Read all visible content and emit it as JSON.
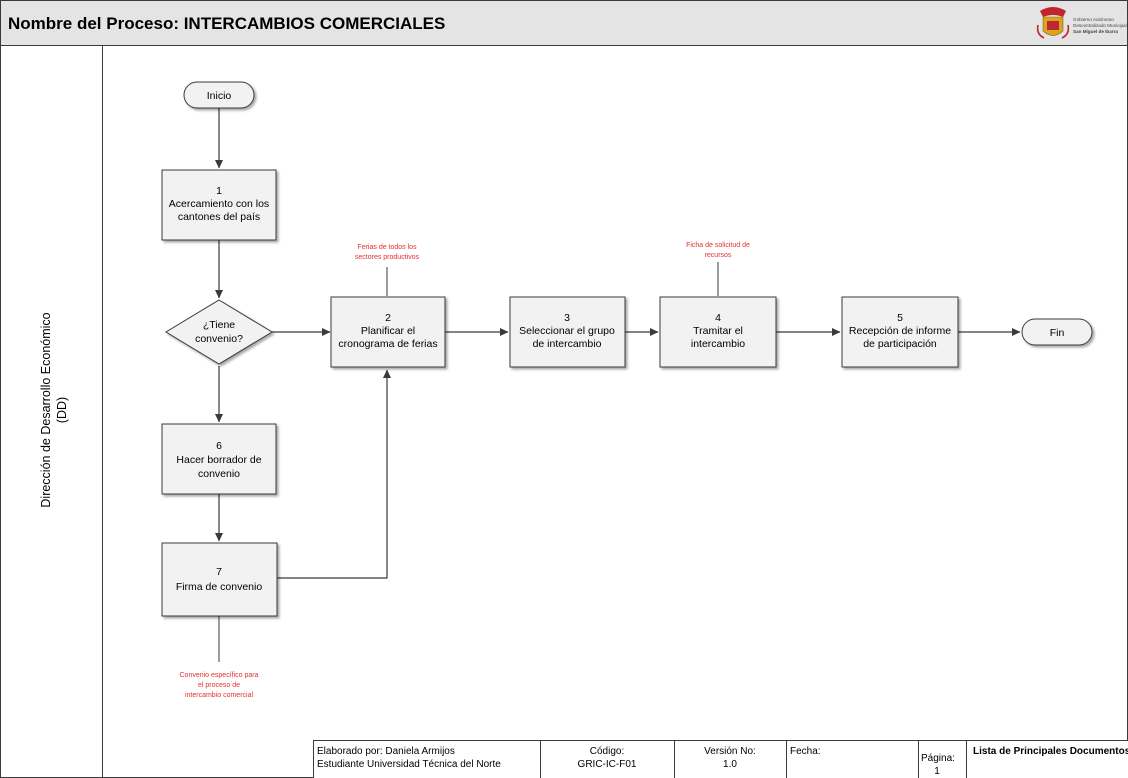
{
  "header": {
    "title": "Nombre del Proceso: INTERCAMBIOS COMERCIALES",
    "logo": {
      "line1": "Gobierno Autónomo",
      "line2": "Descentralizado Municipal",
      "line3": "San Miguel de Ibarra"
    }
  },
  "lane": {
    "line1": "Dirección de Desarrollo Económico",
    "line2": "(DD)"
  },
  "nodes": {
    "inicio": "Inicio",
    "fin": "Fin",
    "n1": {
      "num": "1",
      "l1": "Acercamiento con los",
      "l2": "cantones del país"
    },
    "decision": {
      "l1": "¿Tiene",
      "l2": "convenio?"
    },
    "n2": {
      "num": "2",
      "l1": "Planificar el",
      "l2": "cronograma de ferias"
    },
    "n3": {
      "num": "3",
      "l1": "Seleccionar el grupo",
      "l2": "de intercambio"
    },
    "n4": {
      "num": "4",
      "l1": "Tramitar el",
      "l2": "intercambio"
    },
    "n5": {
      "num": "5",
      "l1": "Recepción de informe",
      "l2": "de participación"
    },
    "n6": {
      "num": "6",
      "l1": "Hacer borrador de",
      "l2": "convenio"
    },
    "n7": {
      "num": "7",
      "l1": "Firma de convenio"
    }
  },
  "notes": {
    "ferias": {
      "l1": "Ferias de todos los",
      "l2": "sectores productivos"
    },
    "ficha": {
      "l1": "Ficha de solicitud de",
      "l2": "recursos"
    },
    "convenio": {
      "l1": "Convenio específico para",
      "l2": "el proceso de",
      "l3": "intercambio comercial"
    }
  },
  "footer": {
    "elaborado_l1": "Elaborado por: Daniela Armijos",
    "elaborado_l2": "Estudiante Universidad Técnica del Norte",
    "codigo_label": "Código:",
    "codigo_value": "GRIC-IC-F01",
    "version_label": "Versión No:",
    "version_value": "1.0",
    "fecha_label": "Fecha:",
    "pagina_label": "Página:",
    "pagina_value": "1",
    "lista_label": "Lista de Principales Documentos"
  },
  "colors": {
    "header_bg": "#e4e4e4",
    "box_fill": "#f2f2f2",
    "line": "#3a3a3a",
    "note_red": "#e53030",
    "logo_red": "#c0262d",
    "logo_gold": "#d9a520"
  }
}
